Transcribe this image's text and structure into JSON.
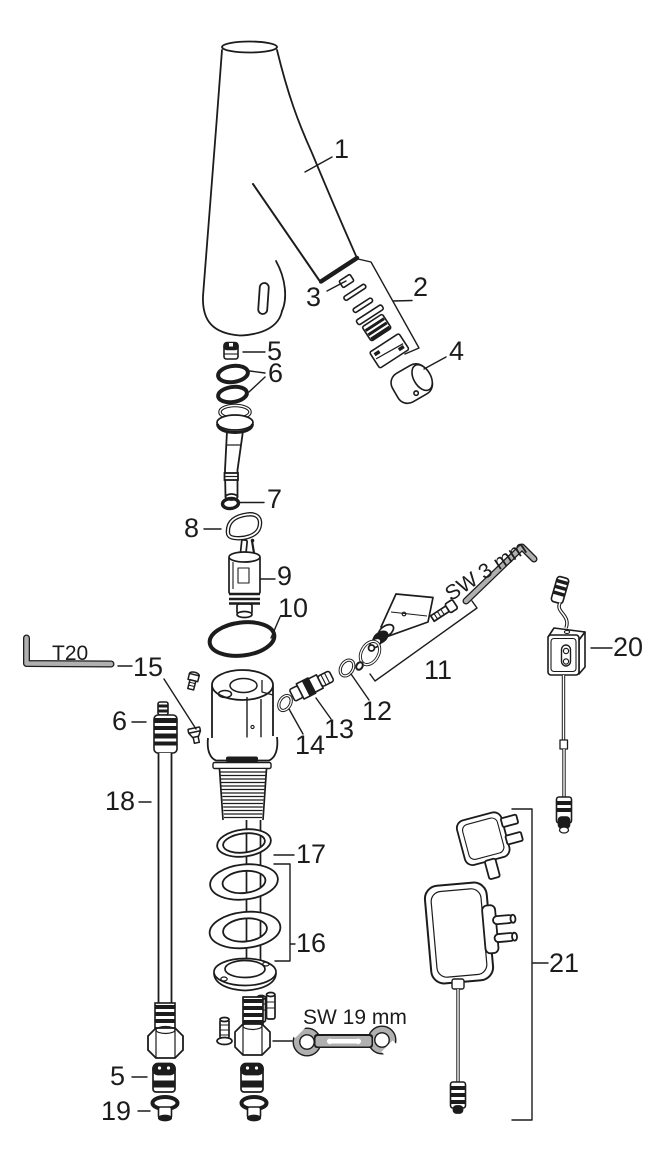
{
  "diagram": {
    "kind": "exploded parts diagram of a sensor basin faucet",
    "background": "#ffffff",
    "line_color": "#1c1c1c",
    "tool_color": "#b0b0b0"
  },
  "labels": {
    "part1": "1",
    "part2": "2",
    "part3": "3",
    "part4": "4",
    "part5_top": "5",
    "part6_top": "6",
    "part7": "7",
    "part8": "8",
    "part9": "9",
    "part10": "10",
    "part11": "11",
    "part12": "12",
    "part13": "13",
    "part14": "14",
    "part15": "15",
    "part6_left": "6",
    "part16": "16",
    "part17": "17",
    "part18": "18",
    "part19": "19",
    "part5_bottom": "5",
    "part20": "20",
    "part21": "21"
  },
  "tools": {
    "torx_key": "T20",
    "allen_key": "SW 3 mm",
    "wrench": "SW 19 mm"
  }
}
